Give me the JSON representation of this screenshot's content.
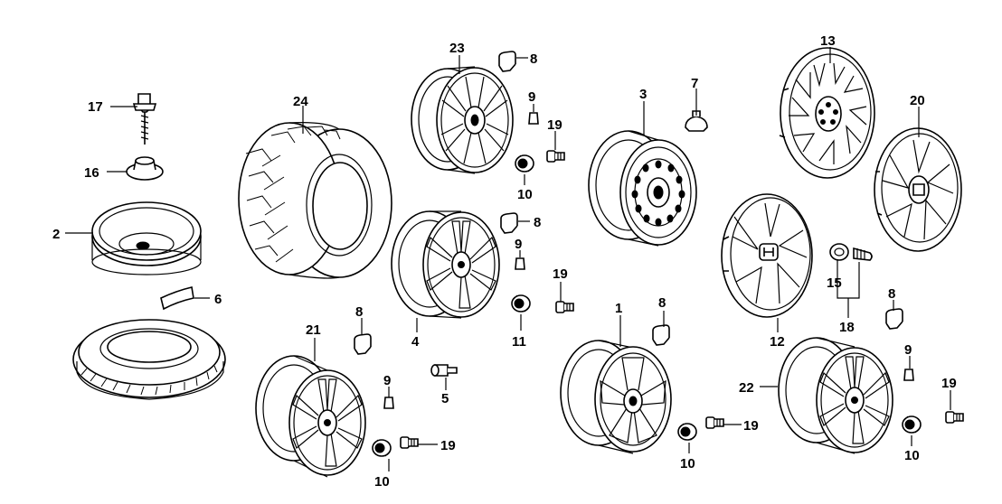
{
  "callouts": {
    "p1": "1",
    "p2": "2",
    "p3": "3",
    "p4": "4",
    "p5": "5",
    "p6": "6",
    "p7": "7",
    "p8a": "8",
    "p8b": "8",
    "p8c": "8",
    "p8d": "8",
    "p8e": "8",
    "p9a": "9",
    "p9b": "9",
    "p9c": "9",
    "p9d": "9",
    "p10a": "10",
    "p10b": "10",
    "p10c": "10",
    "p10d": "10",
    "p11": "11",
    "p12": "12",
    "p13": "13",
    "p15": "15",
    "p16": "16",
    "p17": "17",
    "p18": "18",
    "p19a": "19",
    "p19b": "19",
    "p19c": "19",
    "p19d": "19",
    "p19e": "19",
    "p20": "20",
    "p21": "21",
    "p22": "22",
    "p23": "23",
    "p24": "24"
  }
}
